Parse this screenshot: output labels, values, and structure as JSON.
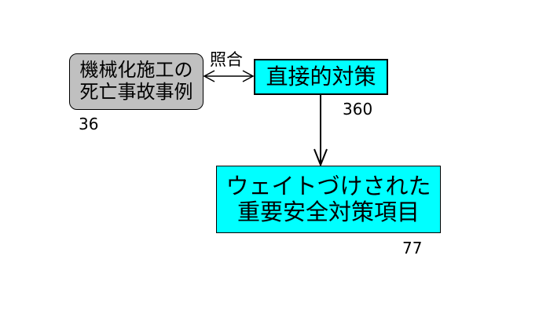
{
  "nodes": {
    "accident_cases": {
      "line1": "機械化施工の",
      "line2": "死亡事故事例",
      "count": "36"
    },
    "direct_measures": {
      "label": "直接的対策",
      "count": "360"
    },
    "weighted_items": {
      "line1": "ウェイトづけされた",
      "line2": "重要安全対策項目",
      "count": "77"
    }
  },
  "edges": {
    "compare_label": "照合"
  },
  "colors": {
    "gray_box": "#c0c0c0",
    "cyan_box": "#00ffff"
  }
}
